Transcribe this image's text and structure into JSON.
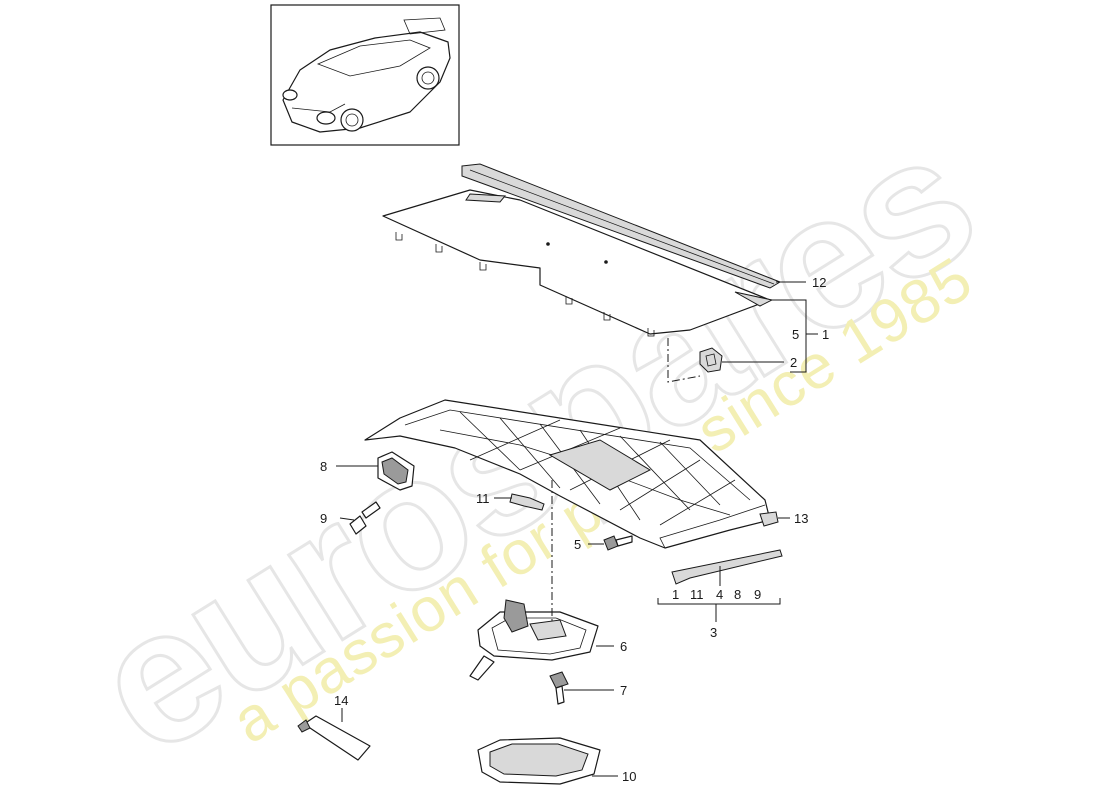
{
  "watermark": {
    "brand": "eurospares",
    "tagline": "a passion for parts since 1985"
  },
  "callouts": [
    {
      "id": "12",
      "label": "12"
    },
    {
      "id": "5a",
      "label": "5"
    },
    {
      "id": "1a",
      "label": "1"
    },
    {
      "id": "2",
      "label": "2"
    },
    {
      "id": "8",
      "label": "8"
    },
    {
      "id": "9a",
      "label": "9"
    },
    {
      "id": "11a",
      "label": "11"
    },
    {
      "id": "13",
      "label": "13"
    },
    {
      "id": "5b",
      "label": "5"
    },
    {
      "id": "1b",
      "label": "1"
    },
    {
      "id": "11b",
      "label": "11"
    },
    {
      "id": "4",
      "label": "4"
    },
    {
      "id": "8b",
      "label": "8"
    },
    {
      "id": "9b",
      "label": "9"
    },
    {
      "id": "3",
      "label": "3"
    },
    {
      "id": "6",
      "label": "6"
    },
    {
      "id": "7",
      "label": "7"
    },
    {
      "id": "14",
      "label": "14"
    },
    {
      "id": "10",
      "label": "10"
    }
  ]
}
